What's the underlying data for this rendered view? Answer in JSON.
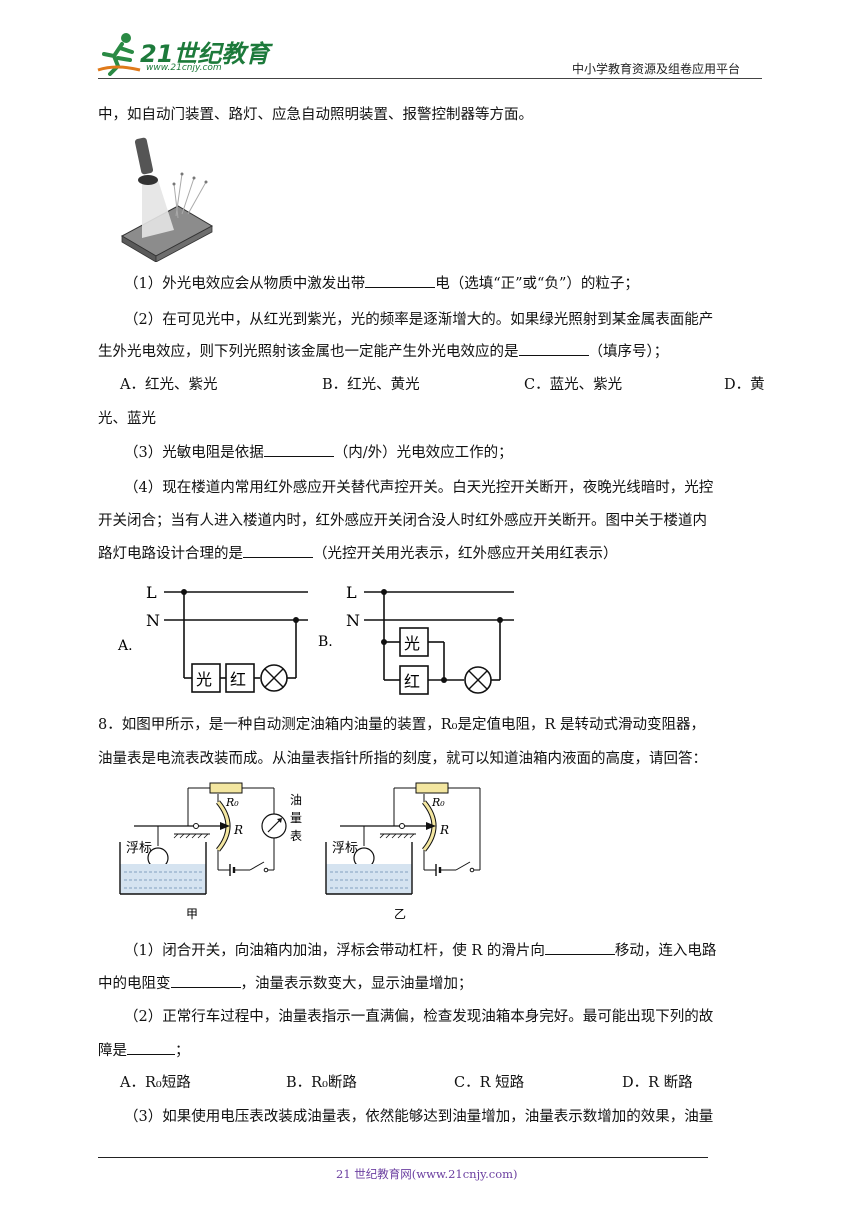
{
  "header": {
    "logo_text": "21世纪教育",
    "logo_url": "www.21cnjy.com",
    "platform": "中小学教育资源及组卷应用平台"
  },
  "intro": "中，如自动门装置、路灯、应急自动照明装置、报警控制器等方面。",
  "q7": {
    "p1_a": "（1）外光电效应会从物质中激发出带",
    "p1_b": "电（选填“正”或“负”）的粒子；",
    "p2_line1": "（2）在可见光中，从红光到紫光，光的频率是逐渐增大的。如果绿光照射到某金属表面能产",
    "p2_line2_a": "生外光电效应，则下列光照射该金属也一定能产生外光电效应的是",
    "p2_line2_b": "（填序号）；",
    "opt_a": "A．红光、紫光",
    "opt_b": "B．红光、黄光",
    "opt_c": "C．蓝光、紫光",
    "opt_d": "D．黄",
    "opt_d_cont": "光、蓝光",
    "p3_a": "（3）光敏电阻是依据",
    "p3_b": "（内/外）光电效应工作的；",
    "p4_line1": "（4）现在楼道内常用红外感应开关替代声控开关。白天光控开关断开，夜晚光线暗时，光控",
    "p4_line2": "开关闭合；当有人进入楼道内时，红外感应开关闭合没人时红外感应开关断开。图中关于楼道内",
    "p4_line3_a": "路灯电路设计合理的是",
    "p4_line3_b": "（光控开关用光表示，红外感应开关用红表示）",
    "circuit_a": {
      "label": "A.",
      "L": "L",
      "N": "N",
      "sw1": "光",
      "sw2": "红"
    },
    "circuit_b": {
      "label": "B.",
      "L": "L",
      "N": "N",
      "sw1": "光",
      "sw2": "红"
    }
  },
  "q8": {
    "line1": "8．如图甲所示，是一种自动测定油箱内油量的装置，R₀是定值电阻，R 是转动式滑动变阻器，",
    "line2": "油量表是电流表改装而成。从油量表指针所指的刻度，就可以知道油箱内液面的高度，请回答：",
    "fig_jia": {
      "r0": "R₀",
      "r": "R",
      "float": "浮标",
      "meter": "油量表",
      "caption": "甲"
    },
    "fig_yi": {
      "r0": "R₀",
      "r": "R",
      "float": "浮标",
      "caption": "乙"
    },
    "p1_line1_a": "（1）闭合开关，向油箱内加油，浮标会带动杠杆，使 R 的滑片向",
    "p1_line1_b": "移动，连入电路",
    "p1_line2_a": "中的电阻变",
    "p1_line2_b": "，油量表示数变大，显示油量增加；",
    "p2_line1": "（2）正常行车过程中，油量表指示一直满偏，检查发现油箱本身完好。最可能出现下列的故",
    "p2_line2_a": "障是",
    "p2_line2_b": "；",
    "opt_a": "A．R₀短路",
    "opt_b": "B．R₀断路",
    "opt_c": "C．R 短路",
    "opt_d": "D．R 断路",
    "p3_line1": "（3）如果使用电压表改装成油量表，依然能够达到油量增加，油量表示数增加的效果，油量"
  },
  "footer": "21 世纪教育网(www.21cnjy.com)"
}
